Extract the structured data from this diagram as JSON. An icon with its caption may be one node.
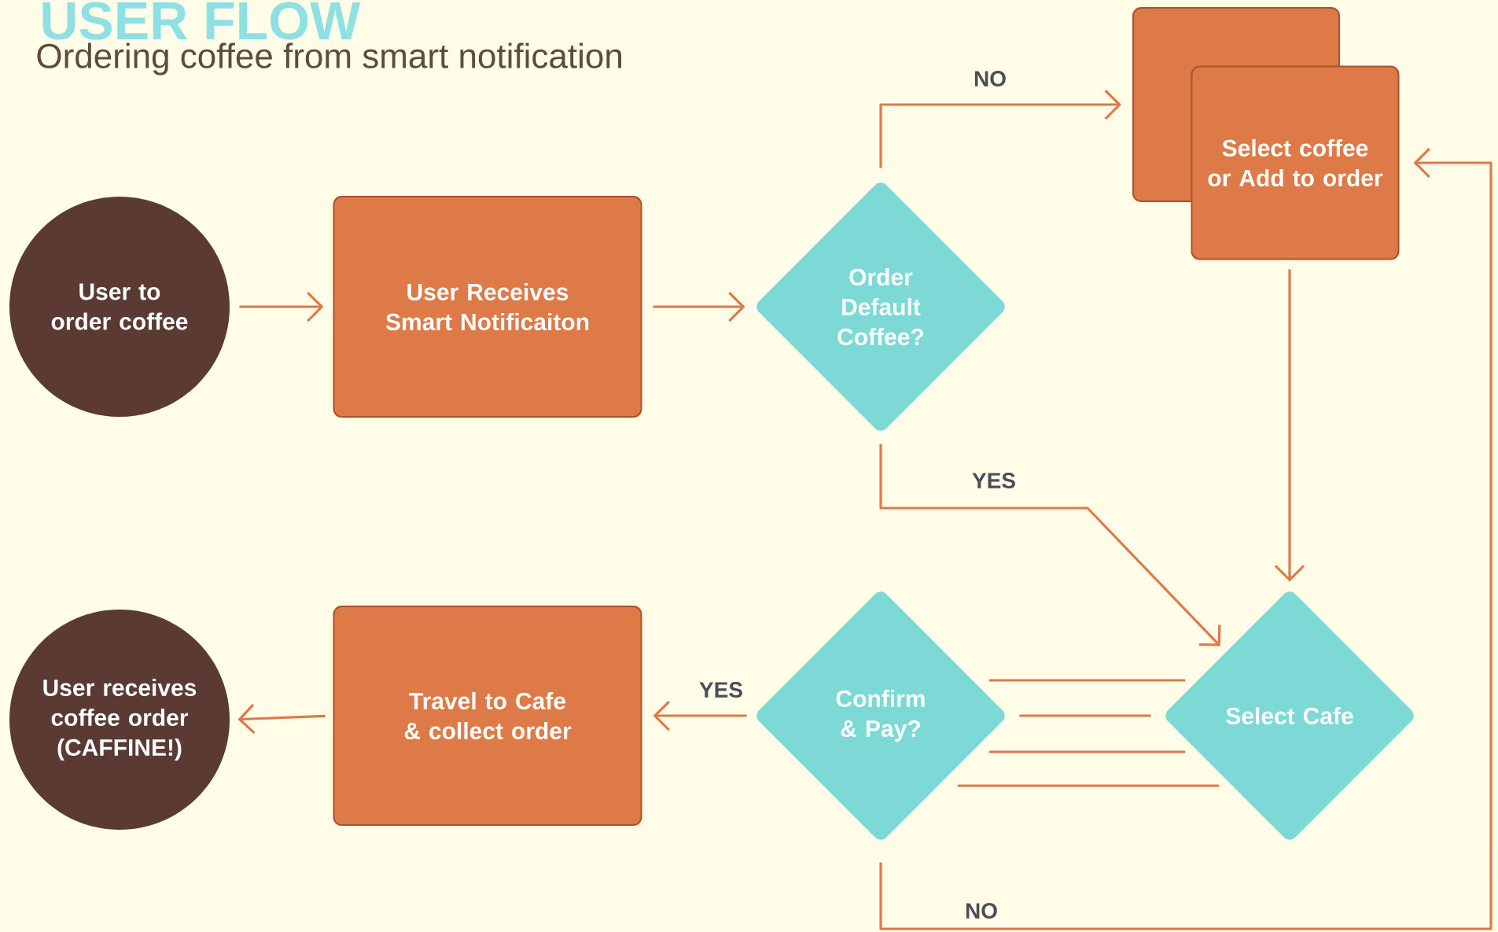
{
  "diagram": {
    "title": "USER FLOW",
    "caption": "Ordering coffee from smart notification",
    "nodes": [
      {
        "text": [
          "User to order coffee"
        ]
      },
      {
        "text": [
          "User Receives Smart Notificaiton"
        ]
      },
      {
        "text": [
          "Order Default Coffee?"
        ]
      },
      {
        "text": [],
        "shape": "box"
      },
      {
        "text": [
          "Select coffee or Add to order"
        ]
      },
      {
        "text": [
          "Select Cafe"
        ]
      },
      {
        "text": [
          "Confirm & Pay?"
        ]
      },
      {
        "text": [
          "Travel to Cafe & collect order"
        ]
      },
      {
        "text": [
          "User receives coffee order (CAFFINE!)"
        ]
      }
    ],
    "edges": [
      {
        "from": 0,
        "to": 1,
        "arrow": "to"
      },
      {
        "from": 1,
        "to": 2,
        "arrow": "to"
      },
      {
        "from": 2,
        "to": 3,
        "arrow": "to",
        "label": "NO"
      },
      {
        "from": 2,
        "to": 5,
        "arrow": "to",
        "label": "YES"
      },
      {
        "from": 4,
        "to": 5,
        "arrow": "to"
      },
      {
        "from": 5,
        "to": 6,
        "arrow": "none"
      },
      {
        "from": 6,
        "to": 7,
        "arrow": "to",
        "label": "YES"
      },
      {
        "from": 7,
        "to": 8,
        "arrow": "to"
      },
      {
        "from": 6,
        "to": 4,
        "arrow": "to",
        "label": "NO"
      }
    ]
  }
}
